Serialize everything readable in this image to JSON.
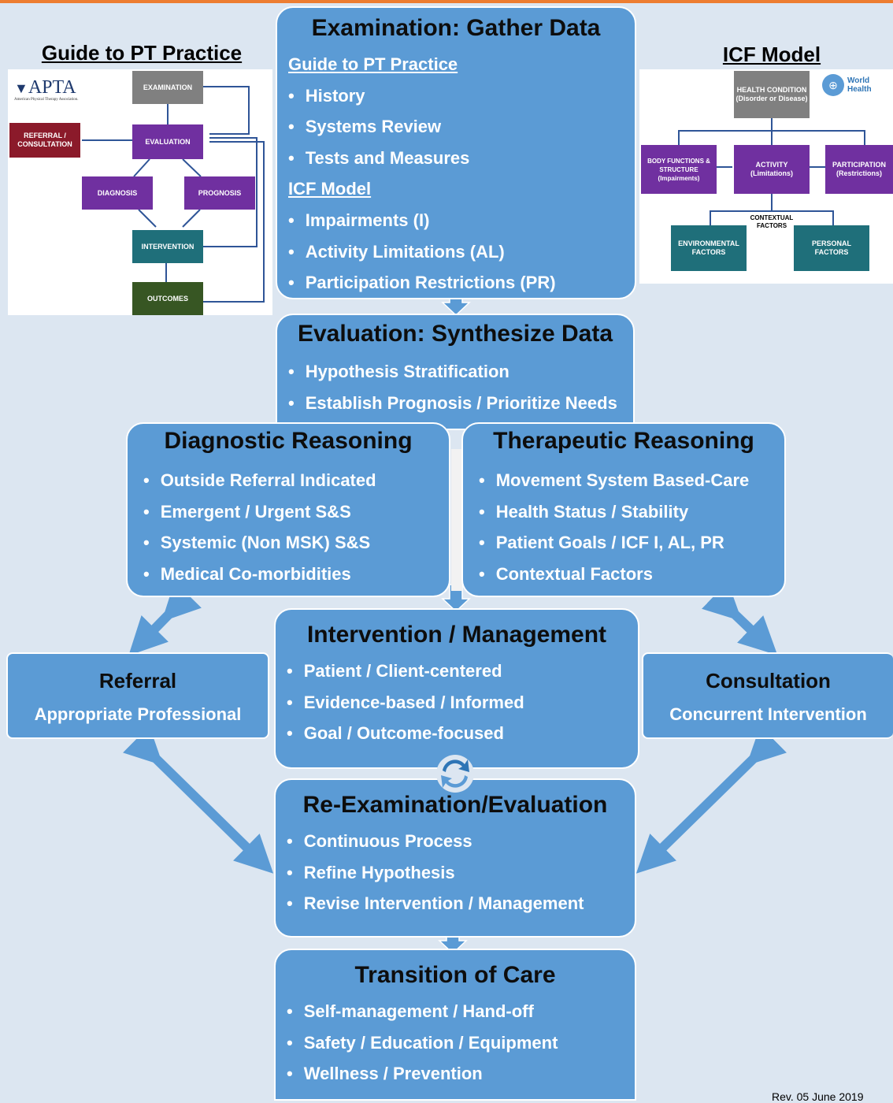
{
  "examination": {
    "title": "Examination: Gather Data",
    "guide_heading": "Guide to PT Practice",
    "guide_items": [
      "History",
      "Systems Review",
      "Tests and Measures"
    ],
    "icf_heading": "ICF Model",
    "icf_items": [
      "Impairments (I)",
      "Activity Limitations (AL)",
      "Participation Restrictions (PR)"
    ]
  },
  "evaluation": {
    "title": "Evaluation: Synthesize Data",
    "items": [
      "Hypothesis Stratification",
      "Establish Prognosis / Prioritize Needs"
    ]
  },
  "diagnostic": {
    "title": "Diagnostic Reasoning",
    "items": [
      "Outside Referral Indicated",
      "Emergent / Urgent S&S",
      "Systemic (Non MSK) S&S",
      "Medical Co-morbidities"
    ]
  },
  "therapeutic": {
    "title": "Therapeutic Reasoning",
    "items": [
      "Movement System Based-Care",
      "Health Status / Stability",
      "Patient Goals / ICF I, AL, PR",
      "Contextual Factors"
    ]
  },
  "intervention": {
    "title": "Intervention / Management",
    "items": [
      "Patient / Client-centered",
      "Evidence-based / Informed",
      "Goal / Outcome-focused"
    ]
  },
  "referral": {
    "title": "Referral",
    "line": "Appropriate Professional"
  },
  "consultation": {
    "title": "Consultation",
    "line": "Concurrent Intervention"
  },
  "reexam": {
    "title": "Re-Examination/Evaluation",
    "items": [
      "Continuous Process",
      "Refine Hypothesis",
      "Revise Intervention / Management"
    ]
  },
  "transition": {
    "title": "Transition of Care",
    "items": [
      "Self-management / Hand-off",
      "Safety / Education / Equipment",
      "Wellness / Prevention"
    ]
  },
  "guide_panel": {
    "title": "Guide to PT Practice",
    "logo": "APTA",
    "logo_sub": "American Physical Therapy Association.",
    "nodes": {
      "examination": "EXAMINATION",
      "evaluation": "EVALUATION",
      "referral": "REFERRAL / CONSULTATION",
      "diagnosis": "DIAGNOSIS",
      "prognosis": "PROGNOSIS",
      "intervention": "INTERVENTION",
      "outcomes": "OUTCOMES"
    }
  },
  "icf_panel": {
    "title": "ICF Model",
    "logo": "World Health Organization",
    "nodes": {
      "health": "HEALTH CONDITION (Disorder or Disease)",
      "body": "BODY FUNCTIONS & STRUCTURE (Impairments)",
      "activity": "ACTIVITY (Limitations)",
      "participation": "PARTICIPATION (Restrictions)",
      "contextual": "CONTEXTUAL FACTORS",
      "environmental": "ENVIRONMENTAL FACTORS",
      "personal": "PERSONAL FACTORS"
    }
  },
  "footer": "Rev. 05 June 2019",
  "colors": {
    "box": "#5b9bd5",
    "background": "#dce6f1",
    "accent_bar": "#ed7d31",
    "arrow": "#5b9bd5"
  }
}
